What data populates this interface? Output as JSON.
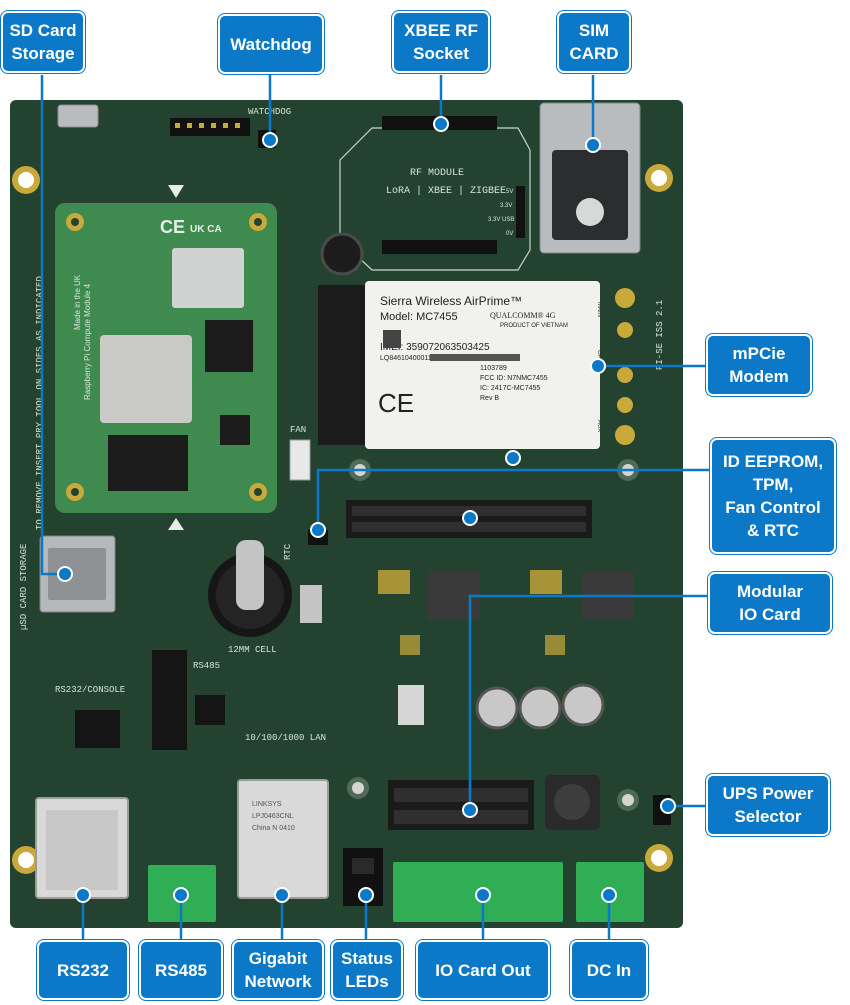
{
  "colors": {
    "callout": "#0b79c8",
    "leader": "#0b79c8",
    "pcb": "#1f3d2c",
    "cm4": "#3f8a4f",
    "modem": "#f1f1ee",
    "terminal": "#2fae55",
    "rj45": "#d9d9d9"
  },
  "callouts": {
    "sd": [
      "SD Card",
      "Storage"
    ],
    "watchdog": [
      "Watchdog"
    ],
    "xbee": [
      "XBEE RF",
      "Socket"
    ],
    "sim": [
      "SIM",
      "CARD"
    ],
    "mpcie": [
      "mPCie",
      "Modem"
    ],
    "eeprom": [
      "ID EEPROM,",
      "TPM,",
      "Fan Control",
      "& RTC"
    ],
    "modular": [
      "Modular",
      "IO Card"
    ],
    "ups": [
      "UPS Power",
      "Selector"
    ],
    "rs232": [
      "RS232"
    ],
    "rs485": [
      "RS485"
    ],
    "gigabit": [
      "Gigabit",
      "Network"
    ],
    "status": [
      "Status",
      "LEDs"
    ],
    "iocard": [
      "IO Card Out"
    ],
    "dcin": [
      "DC In"
    ]
  },
  "silkscreen": {
    "watchdog": "WATCHDOG",
    "rf_module": "RF MODULE",
    "rf_types": "LoRA | XBEE | ZIGBEE",
    "rs485": "RS485",
    "rs232": "RS232/CONSOLE",
    "lan": "10/100/1000 LAN",
    "cell": "12MM CELL",
    "rtc": "RTC",
    "fan": "FAN",
    "sd_storage": "µSD CARD STORAGE",
    "remove_note": "TO REMOVE INSERT PRY TOOL ON SIDES AS INDICATED",
    "board_rev": "PI-SE ISS 2.1",
    "cm4_brand": "Raspberry Pi Compute Module 4",
    "cm4_made": "Made in the UK",
    "ce": "CE",
    "ukca": "UK CA"
  },
  "modem": {
    "brand": "Sierra Wireless AirPrime™",
    "model": "Model: MC7455",
    "qualcomm": "QUALCOMM® 4G",
    "product_of": "PRODUCT OF VIETNAM",
    "imei": "IMEI: 359072063503425",
    "lq": "LQ846104000110",
    "num": "1103789",
    "fcc": "FCC ID: N7NMC7455",
    "ic": "IC: 2417C-MC7455",
    "rev": "Rev B",
    "ce": "CE",
    "main": "MAIN",
    "gps": "GPS",
    "aux": "AUX"
  },
  "rj45": {
    "l1": "LINKSYS",
    "l2": "LPJ0463CNL",
    "l3": "China N 0410"
  },
  "voltage": [
    "5V",
    "3.3V",
    "3.3V USB",
    "0V"
  ]
}
